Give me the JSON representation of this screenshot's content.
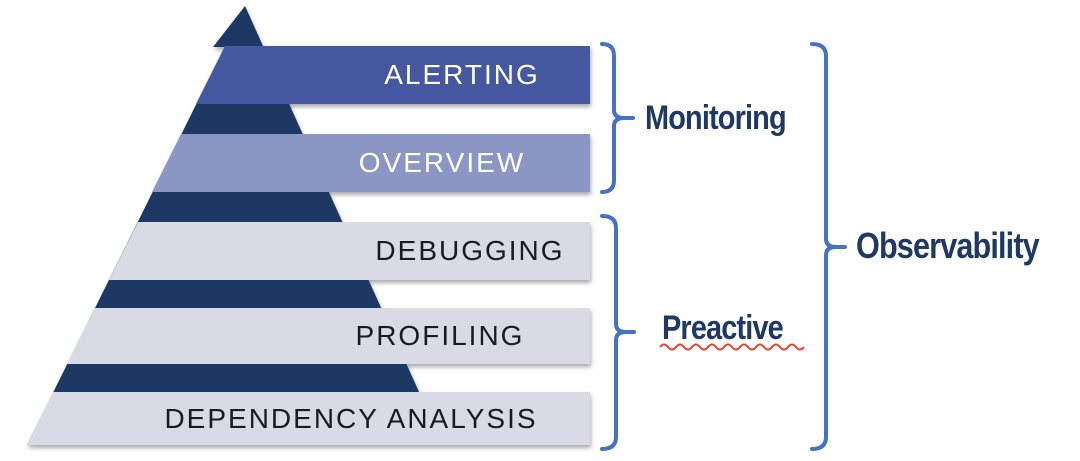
{
  "diagram": {
    "levels": [
      {
        "label": "ALERTING",
        "band_color": "#44599F",
        "text_color": "#FFFFFF"
      },
      {
        "label": "OVERVIEW",
        "band_color": "#8C96C4",
        "text_color": "#FFFFFF"
      },
      {
        "label": "DEBUGGING",
        "band_color": "#D8DAE6",
        "text_color": "#1A1A24"
      },
      {
        "label": "PROFILING",
        "band_color": "#D8DAE6",
        "text_color": "#1A1A24"
      },
      {
        "label": "DEPENDENCY ANALYSIS",
        "band_color": "#D8DAE6",
        "text_color": "#1A1A24"
      }
    ],
    "core_color": "#1F3864",
    "groups": [
      {
        "label": "Monitoring",
        "spans": [
          "ALERTING",
          "OVERVIEW"
        ]
      },
      {
        "label": "Preactive",
        "spans": [
          "DEBUGGING",
          "PROFILING",
          "DEPENDENCY ANALYSIS"
        ],
        "spellcheck_underline": true
      },
      {
        "label": "Observability",
        "spans": [
          "ALERTING",
          "OVERVIEW",
          "DEBUGGING",
          "PROFILING",
          "DEPENDENCY ANALYSIS"
        ]
      }
    ],
    "colors": {
      "bracket": "#4472C4",
      "heading": "#1F3864",
      "spellcheck": "#E8442E"
    }
  }
}
